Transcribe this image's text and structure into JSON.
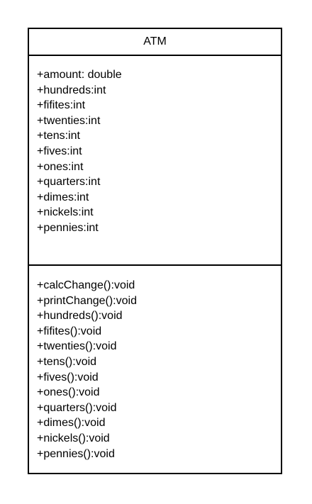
{
  "class_name": "ATM",
  "attributes": [
    "+amount: double",
    "+hundreds:int",
    "+fifites:int",
    "+twenties:int",
    "+tens:int",
    "+fives:int",
    "+ones:int",
    "+quarters:int",
    "+dimes:int",
    "+nickels:int",
    "+pennies:int"
  ],
  "operations": [
    "+calcChange():void",
    "+printChange():void",
    "+hundreds():void",
    "+fifites():void",
    "+twenties():void",
    "+tens():void",
    "+fives():void",
    "+ones():void",
    "+quarters():void",
    "+dimes():void",
    "+nickels():void",
    "+pennies():void"
  ]
}
